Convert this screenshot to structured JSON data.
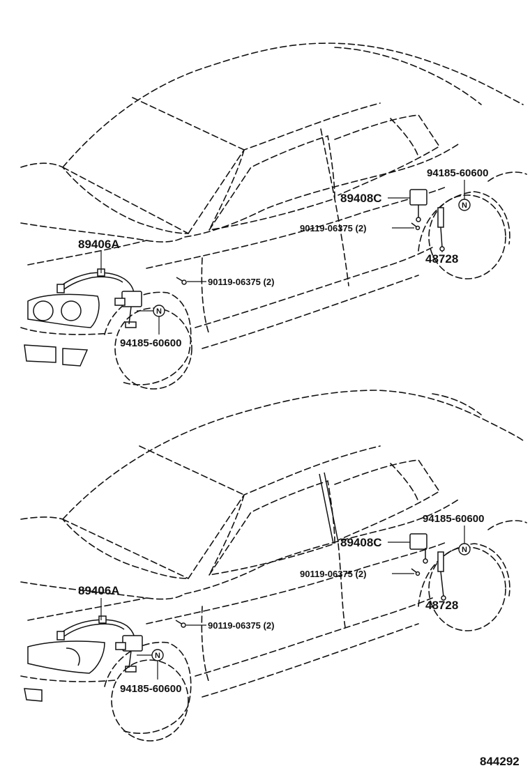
{
  "views": [
    {
      "labels": {
        "headlamp_sensor": "89406A",
        "bolt_front": "90119-06375 (2)",
        "nut_front": "94185-60600",
        "nut_rear": "94185-60600",
        "rear_sensor": "89408C",
        "bolt_rear": "90119-06375 (2)",
        "link_rear": "48728"
      },
      "note_marker": "N"
    },
    {
      "labels": {
        "headlamp_sensor": "89406A",
        "bolt_front": "90119-06375 (2)",
        "nut_front": "94185-60600",
        "nut_rear": "94185-60600",
        "rear_sensor": "89408C",
        "bolt_rear": "90119-06375 (2)",
        "link_rear": "48728"
      },
      "note_marker": "N"
    }
  ],
  "figure_code": "844292"
}
